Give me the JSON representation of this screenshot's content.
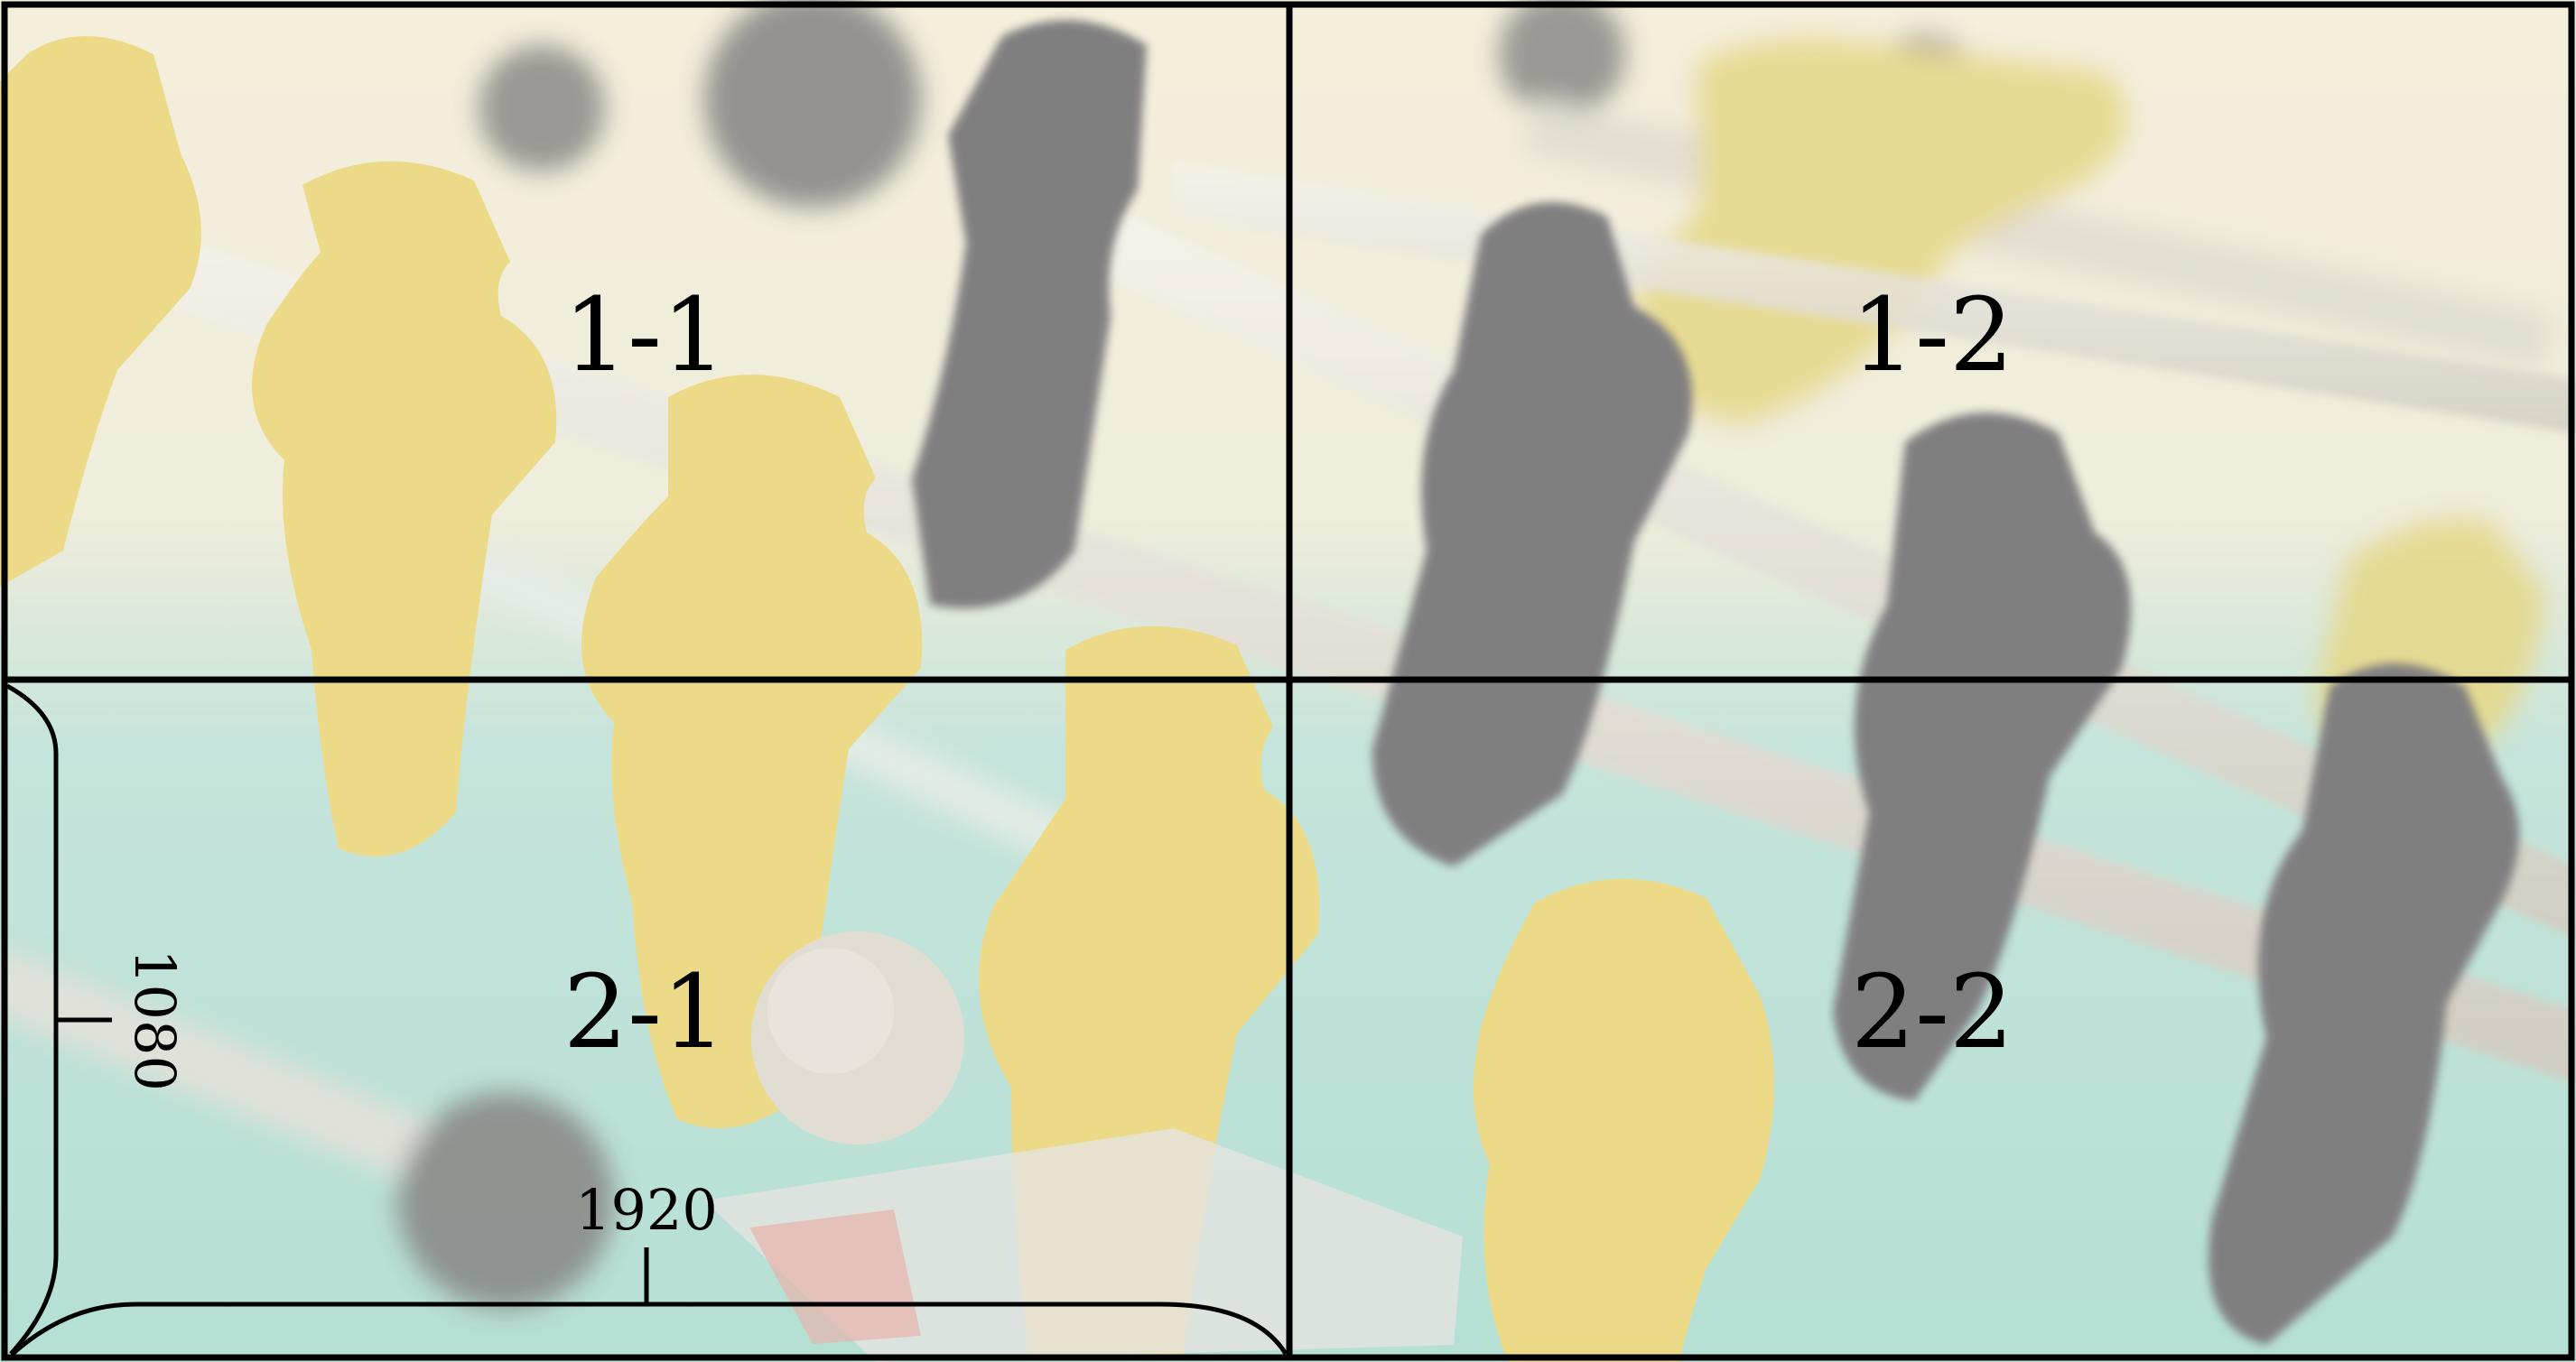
{
  "tiles": [
    {
      "id": "1-1",
      "label": "1-1"
    },
    {
      "id": "1-2",
      "label": "1-2"
    },
    {
      "id": "2-1",
      "label": "2-1"
    },
    {
      "id": "2-2",
      "label": "2-2"
    }
  ],
  "dimensions": {
    "width_label": "1920",
    "height_label": "1080"
  },
  "colors": {
    "grid_line": "#000000",
    "wash": "#ffffff",
    "wall": "#e9dfc0",
    "field": "#8ccfc0",
    "yellow_player": "#e2c74a",
    "dark_player": "#3b3a3c",
    "rod": "#d9d4c8",
    "ball": "#cfc8b8"
  }
}
